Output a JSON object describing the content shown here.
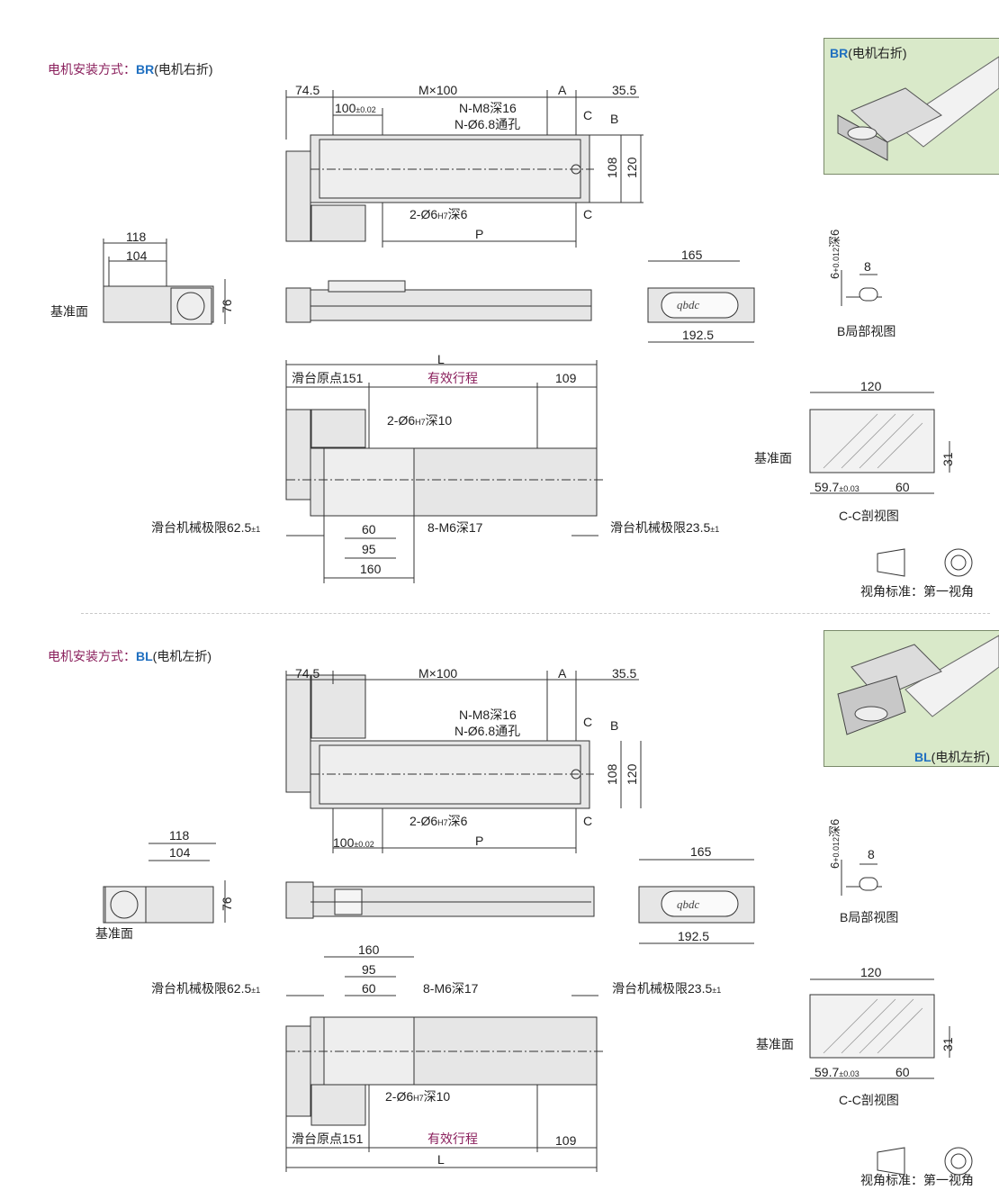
{
  "br": {
    "title_prefix": "电机安装方式：",
    "title_code": "BR",
    "title_suffix": "(电机右折)",
    "photo_code": "BR",
    "photo_suffix": "(电机右折)",
    "dims": {
      "d74": "74.5",
      "mx100": "M×100",
      "a": "A",
      "d35": "35.5",
      "d100": "100",
      "tol002": "±0.02",
      "nm8": "N-M8深16",
      "n68": "N-Ø6.8通孔",
      "c": "C",
      "b": "B",
      "d108": "108",
      "d120": "120",
      "hole6": "2-Ø6",
      "h7": "H7",
      "deep6": "深6",
      "p": "P",
      "d118": "118",
      "d104": "104",
      "d76": "76",
      "datum": "基准面",
      "d165": "165",
      "d1925": "192.5",
      "l": "L",
      "origin151": "滑台原点151",
      "stroke": "有效行程",
      "d109": "109",
      "deep10": "深10",
      "limit625": "滑台机械极限62.5",
      "tol1": "±1",
      "d60": "60",
      "d95": "95",
      "d160": "160",
      "m6": "8-M6深17",
      "limit235": "滑台机械极限23.5"
    }
  },
  "bl": {
    "title_prefix": "电机安装方式：",
    "title_code": "BL",
    "title_suffix": "(电机左折)",
    "photo_code": "BL",
    "photo_suffix": "(电机左折)"
  },
  "detail_b": {
    "depth": "6",
    "tol_up": "+0.012",
    "tol_low": "0",
    "deep": "深6",
    "width": "8",
    "caption": "B局部视图"
  },
  "section_cc": {
    "width": "120",
    "height": "31",
    "d597": "59.7",
    "tol": "±0.03",
    "d60": "60",
    "datum": "基准面",
    "caption": "C-C剖视图"
  },
  "projection": {
    "caption": "视角标准：第一视角"
  },
  "logo_text": "qbdc",
  "colors": {
    "accent_purple": "#8a1f5c",
    "accent_blue": "#1f6fc0",
    "photo_bg": "#d9e9c9",
    "part_fill": "#e6e6e6"
  }
}
